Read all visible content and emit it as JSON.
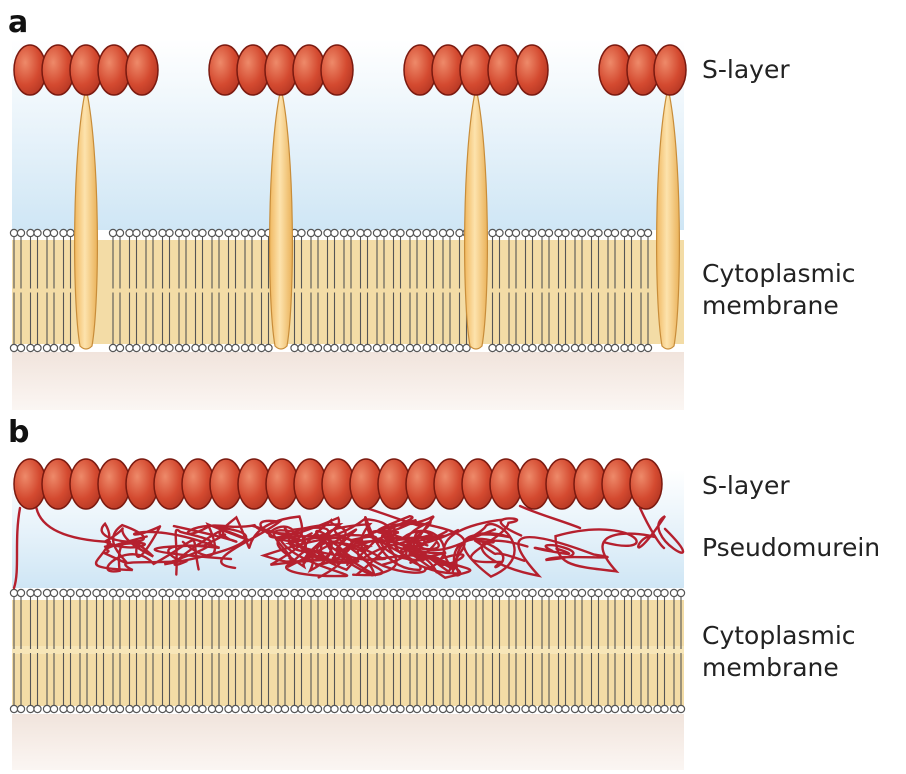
{
  "panels": [
    {
      "letter": "a",
      "labels": {
        "s_layer": "S-layer",
        "membrane_line1": "Cytoplasmic",
        "membrane_line2": "membrane"
      }
    },
    {
      "letter": "b",
      "labels": {
        "s_layer": "S-layer",
        "pseudomurein": "Pseudomurein",
        "membrane_line1": "Cytoplasmic",
        "membrane_line2": "membrane"
      }
    }
  ],
  "colors": {
    "s_layer_subunit": "#c8402c",
    "s_layer_outline": "#7a1a10",
    "anchor": "#f5c97a",
    "membrane": "#f3dca6",
    "lipid_line": "#555555",
    "periplasm_top": "#ffffff",
    "periplasm_bottom": "#cfe6f5",
    "cytoplasm": "#ead8cf",
    "pseudomurein": "#b5202e"
  }
}
